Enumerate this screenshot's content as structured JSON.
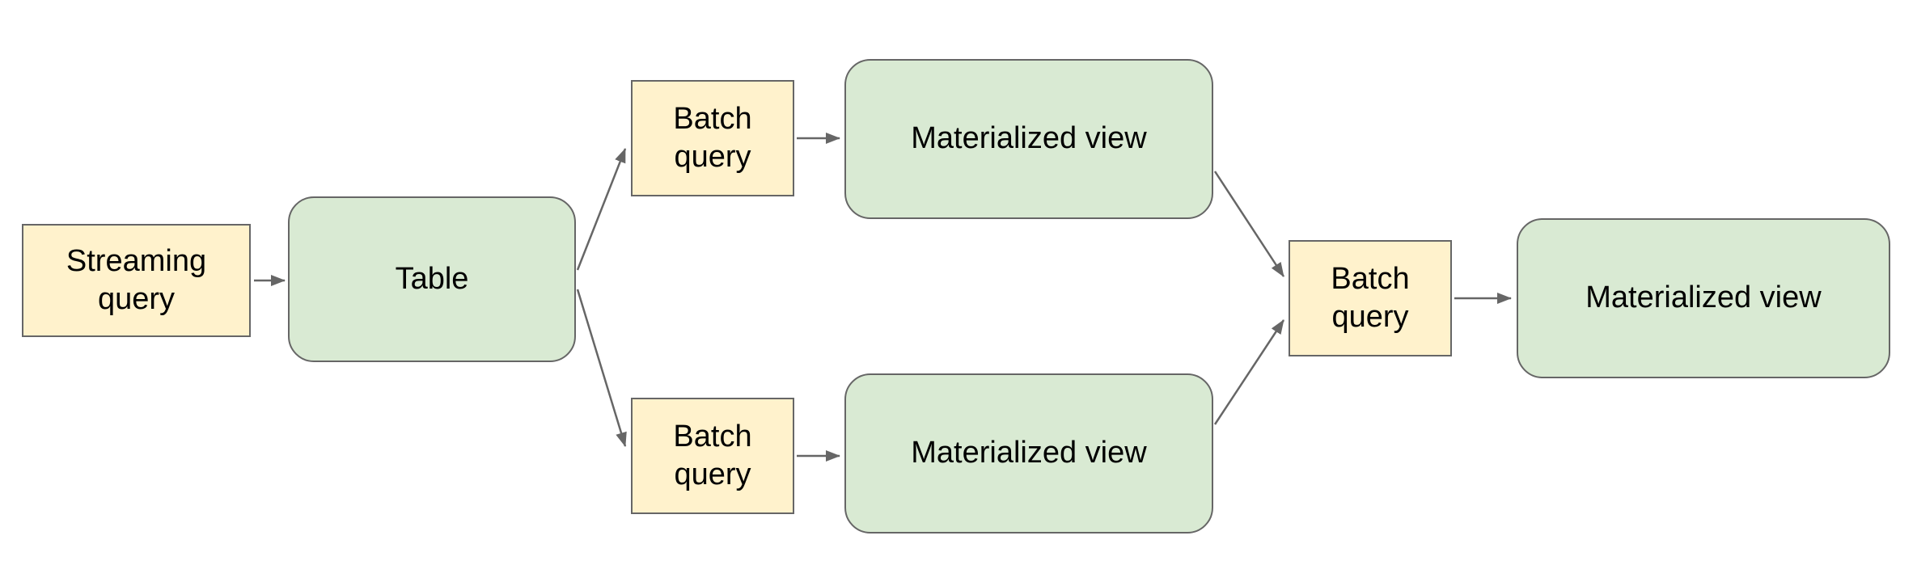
{
  "colors": {
    "background": "#ffffff",
    "query_fill": "#fff2cc",
    "view_fill": "#d9ead3",
    "node_border": "#666666",
    "arrow": "#666666",
    "text": "#000000"
  },
  "nodes": [
    {
      "id": "streaming-query",
      "label": "Streaming query",
      "kind": "query"
    },
    {
      "id": "table",
      "label": "Table",
      "kind": "view"
    },
    {
      "id": "batch-query-top",
      "label": "Batch query",
      "kind": "query"
    },
    {
      "id": "materialized-view-top",
      "label": "Materialized view",
      "kind": "view"
    },
    {
      "id": "batch-query-bottom",
      "label": "Batch query",
      "kind": "query"
    },
    {
      "id": "materialized-view-bottom",
      "label": "Materialized view",
      "kind": "view"
    },
    {
      "id": "batch-query-final",
      "label": "Batch query",
      "kind": "query"
    },
    {
      "id": "materialized-view-final",
      "label": "Materialized view",
      "kind": "view"
    }
  ],
  "edges": [
    {
      "from": "streaming-query",
      "to": "table"
    },
    {
      "from": "table",
      "to": "batch-query-top"
    },
    {
      "from": "table",
      "to": "batch-query-bottom"
    },
    {
      "from": "batch-query-top",
      "to": "materialized-view-top"
    },
    {
      "from": "batch-query-bottom",
      "to": "materialized-view-bottom"
    },
    {
      "from": "materialized-view-top",
      "to": "batch-query-final"
    },
    {
      "from": "materialized-view-bottom",
      "to": "batch-query-final"
    },
    {
      "from": "batch-query-final",
      "to": "materialized-view-final"
    }
  ]
}
